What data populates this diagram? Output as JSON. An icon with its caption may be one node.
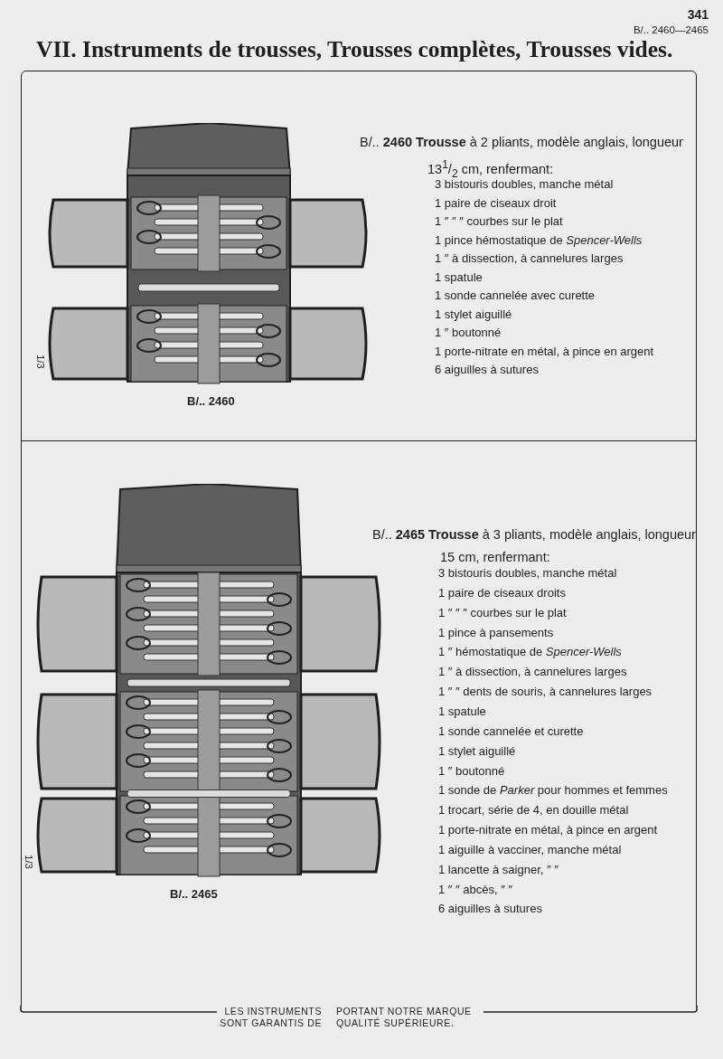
{
  "diagram": {
    "title": "VII. Instruments de trousses, Trousses complètes, Trousses vides.",
    "nodes": [
      {
        "text": [
          "B/.. **2460 Trousse** à 2 pliants, modèle anglais, longueur 13$^{1}$/$_{2}$ cm, renfermant:",
          "3 bistouris doubles, manche métal",
          "1 paire de ciseaux droit",
          "1 ″ ″ ″ courbes sur le plat",
          "1 pince hémostatique de *Spencer-Wells*",
          "1 ″ à dissection, à cannelures larges",
          "1 spatule",
          "1 sonde cannelée avec curette",
          "1 stylet aiguillé",
          "1 ″ boutonné",
          "1 porte-nitrate en métal, à pince en argent",
          "6 aiguilles à sutures"
        ]
      },
      {
        "text": [],
        "shape": "picture",
        "in": 0,
        "beside": [
          "1/3",
          "B/.. 2460"
        ]
      },
      {
        "text": [
          "B/.. **2465 Trousse** à 3 pliants, modèle anglais, longueur 15 cm, renfermant:",
          "3 bistouris doubles, manche métal",
          "1 paire de ciseaux droits",
          "1 ″ ″ ″ courbes sur le plat",
          "1 pince à pansements",
          "1 ″ hémostatique de *Spencer-Wells*",
          "1 ″ à dissection, à cannelures larges",
          "1 ″ ″ dents de souris, à cannelures larges",
          "1 spatule",
          "1 sonde cannelée et curette",
          "1 stylet aiguillé",
          "1 ″ boutonné",
          "1 sonde de *Parker* pour hommes et femmes",
          "1 trocart, série de 4, en douille métal",
          "1 porte-nitrate en métal, à pince en argent",
          "1 aiguille à vacciner, manche métal",
          "1 lancette à saigner, ″ ″",
          "1 ″ ″ abcès, ″ ″",
          "6 aiguilles à sutures"
        ]
      },
      {
        "text": [],
        "shape": "picture",
        "in": 2,
        "beside": [
          "1/3",
          "B/.. 2465"
        ]
      }
    ],
    "labels": [
      "341",
      "B/.. 2460—2465",
      "LES INSTRUMENTS SONT GARANTIS DE",
      "PORTANT NOTRE MARQUE QUALITÉ SUPÉRIEURE."
    ]
  }
}
